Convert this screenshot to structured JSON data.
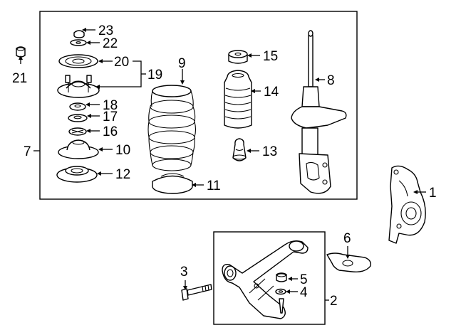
{
  "callouts": {
    "c1": "1",
    "c2": "2",
    "c3": "3",
    "c4": "4",
    "c5": "5",
    "c6": "6",
    "c7": "7",
    "c8": "8",
    "c9": "9",
    "c10": "10",
    "c11": "11",
    "c12": "12",
    "c13": "13",
    "c14": "14",
    "c15": "15",
    "c16": "16",
    "c17": "17",
    "c18": "18",
    "c19": "19",
    "c20": "20",
    "c21": "21",
    "c22": "22",
    "c23": "23"
  },
  "parts": [
    {
      "id": "1",
      "icon": "steering-knuckle-icon"
    },
    {
      "id": "2",
      "icon": "lower-control-arm-icon"
    },
    {
      "id": "3",
      "icon": "bolt-icon"
    },
    {
      "id": "4",
      "icon": "washer-icon"
    },
    {
      "id": "5",
      "icon": "nut-icon"
    },
    {
      "id": "6",
      "icon": "bracket-icon"
    },
    {
      "id": "8",
      "icon": "strut-icon"
    },
    {
      "id": "9",
      "icon": "coil-spring-icon"
    },
    {
      "id": "11",
      "icon": "spring-seat-icon"
    },
    {
      "id": "13",
      "icon": "bump-stop-icon"
    },
    {
      "id": "14",
      "icon": "dust-boot-icon"
    },
    {
      "id": "15",
      "icon": "stopper-icon"
    },
    {
      "id": "20",
      "icon": "strut-mount-icon"
    },
    {
      "id": "21",
      "icon": "nut-icon"
    }
  ]
}
